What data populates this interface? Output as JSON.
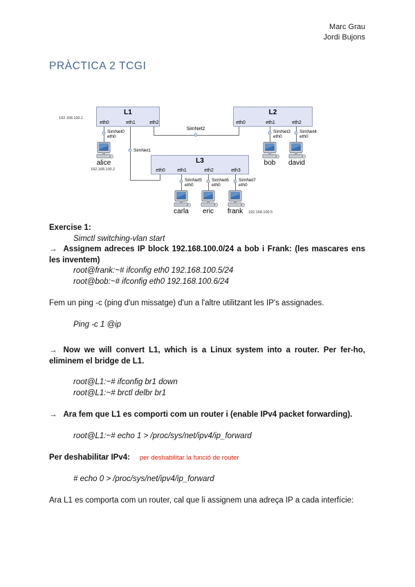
{
  "header": {
    "authors": [
      "Marc Grau",
      "Jordi Bujons"
    ]
  },
  "title": "PRÀCTICA 2 TCGI",
  "diagram": {
    "l1_ip_note": "192.168.100.1",
    "switches": [
      {
        "name": "L1",
        "ports": [
          "eth0",
          "eth1",
          "eth2"
        ]
      },
      {
        "name": "L2",
        "ports": [
          "eth0",
          "eth1",
          "eth2"
        ]
      },
      {
        "name": "L3",
        "ports": [
          "eth0",
          "eth1",
          "eth2",
          "eth3"
        ]
      }
    ],
    "links": {
      "simnet1": "SimNet1",
      "simnet2": "SimNet2"
    },
    "hosts": [
      {
        "name": "alice",
        "net": "SimNet0",
        "iface": "eth0",
        "ip": "192.168.100.2"
      },
      {
        "name": "bob",
        "net": "SimNet3",
        "iface": "eth0"
      },
      {
        "name": "david",
        "net": "SimNet4",
        "iface": "eth0"
      },
      {
        "name": "carla",
        "net": "SimNet5",
        "iface": "eth0"
      },
      {
        "name": "eric",
        "net": "SimNet6",
        "iface": "eth0"
      },
      {
        "name": "frank",
        "net": "SimNet7",
        "iface": "eth0",
        "ip": "192.168.100.5"
      }
    ]
  },
  "content": {
    "arrow": "→",
    "exercise_heading": "Exercise 1:",
    "cmd_simctl": "Simctl switching-vlan start",
    "para_assignem": "Assignem adreces IP block 192.168.100.0/24 a bob i Frank: (les mascares ens les inventem)",
    "cmd_frank": "root@frank:~# ifconfig eth0 192.168.100.5/24",
    "cmd_bob": "root@bob:~# ifconfig eth0 192.168.100.6/24",
    "para_ping": "Fem un ping -c (ping d'un missatge) d'un a l'altre utilitzant les IP's assignades.",
    "cmd_ping": "Ping -c 1 @ip",
    "para_convert": "Now we will convert L1, which is a Linux system into a router. Per fer-ho, eliminem el bridge de L1.",
    "cmd_br_down": "root@L1:~# ifconfig br1 down",
    "cmd_delbr": "root@L1:~# brctl delbr br1",
    "para_router": "Ara fem que L1 es comporti com un router  i (enable IPv4 packet forwarding).",
    "cmd_forward_on": "root@L1:~# echo 1 > /proc/sys/net/ipv4/ip_forward",
    "deshabilitar_label": "Per deshabilitar IPv4:",
    "deshabilitar_note": "per deshabilitar la funció de router",
    "cmd_forward_off": "# echo 0 > /proc/sys/net/ipv4/ip_forward",
    "para_final": "Ara L1 es comporta com un router, cal que li assignem una adreça IP a cada interfície:"
  }
}
